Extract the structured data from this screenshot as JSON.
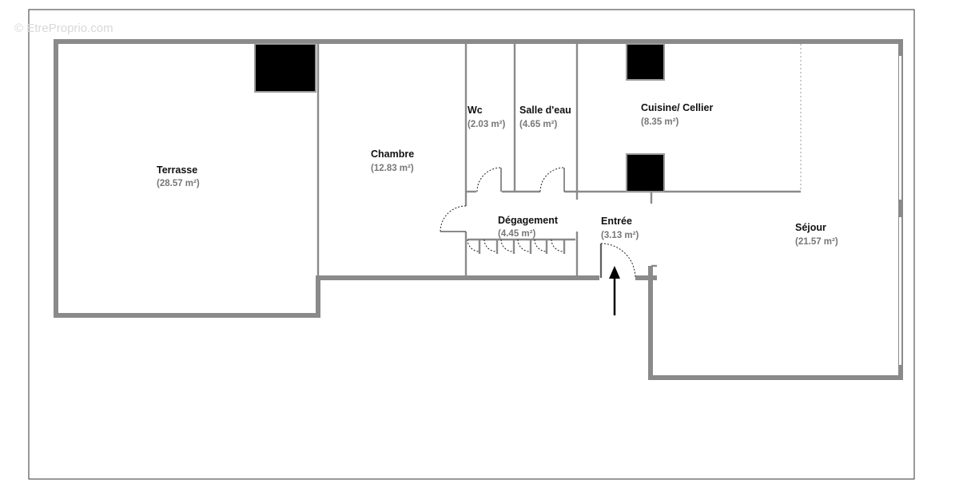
{
  "watermark": "© EtreProprio.com",
  "rooms": {
    "terrasse": {
      "name": "Terrasse",
      "area": "(28.57 m²)"
    },
    "chambre": {
      "name": "Chambre",
      "area": "(12.83 m²)"
    },
    "wc": {
      "name": "Wc",
      "area": "(2.03 m²)"
    },
    "salle_eau": {
      "name": "Salle d'eau",
      "area": "(4.65 m²)"
    },
    "cuisine": {
      "name": "Cuisine/ Cellier",
      "area": "(8.35 m²)"
    },
    "degagement": {
      "name": "Dégagement",
      "area": "(4.45 m²)"
    },
    "entree": {
      "name": "Entrée",
      "area": "(3.13 m²)"
    },
    "sejour": {
      "name": "Séjour",
      "area": "(21.57 m²)"
    }
  }
}
